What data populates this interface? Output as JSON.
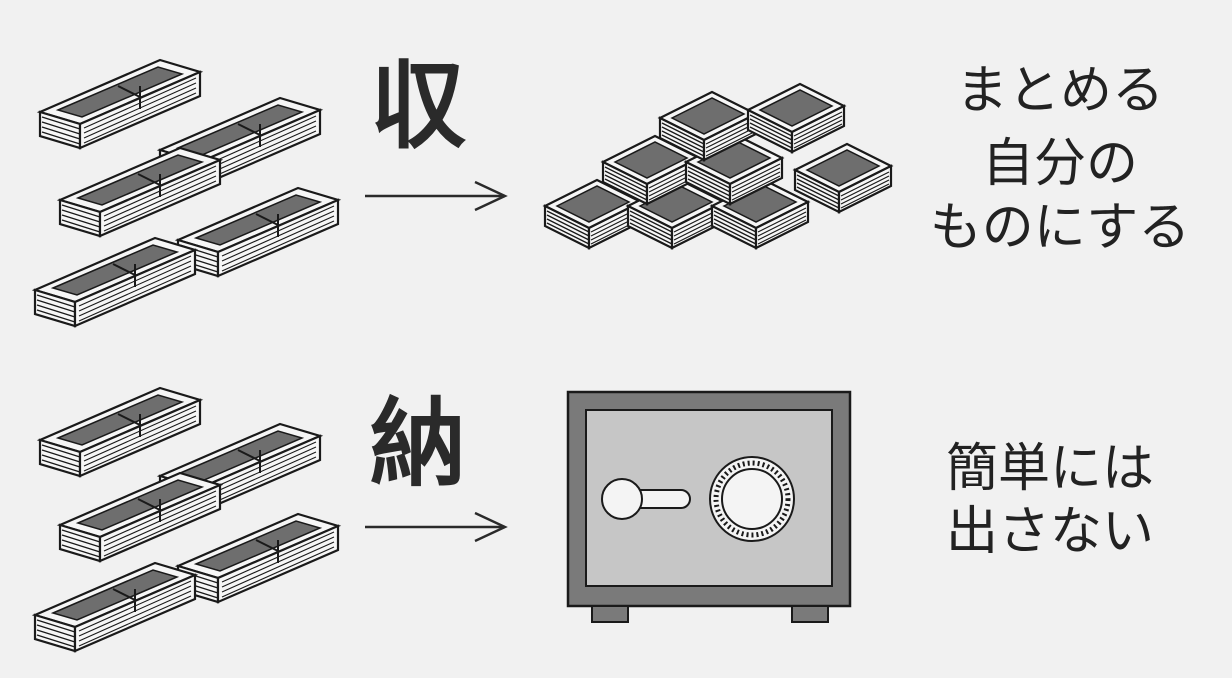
{
  "rows": [
    {
      "id": "shu",
      "kanji": "収",
      "result": "money-pile",
      "notes": [
        "まとめる",
        "自分の",
        "ものにする"
      ]
    },
    {
      "id": "nou",
      "kanji": "納",
      "result": "safe",
      "notes": [
        "簡単には",
        "出さない"
      ]
    }
  ],
  "icons": {
    "money": "cash-bundle-icon",
    "arrow": "arrow-right-icon",
    "pile": "money-pile-icon",
    "safe": "safe-icon"
  },
  "colors": {
    "background": "#f1f1f1",
    "ink": "#2a2a2a",
    "bill_face": "#6e6e6e",
    "safe_body": "#7a7a7a",
    "safe_door": "#c6c6c6"
  }
}
